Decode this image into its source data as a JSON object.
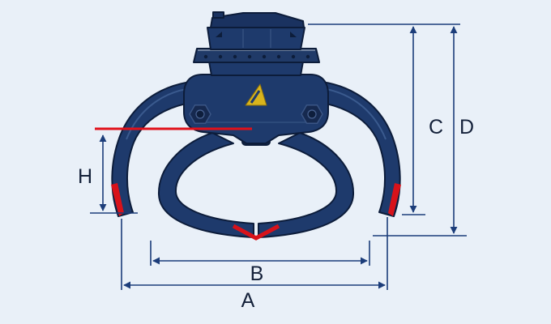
{
  "diagram": {
    "kind": "technical-dimension-diagram",
    "subject": "multi-tine hydraulic orange-peel grapple, side elevation with dimension callouts",
    "dimension_labels": {
      "A": "A",
      "B": "B",
      "C": "C",
      "D": "D",
      "H": "H"
    },
    "colors": {
      "background": "#e9f0f8",
      "grapple_body": "#1e3a6c",
      "grapple_outline": "#0c1c3a",
      "dimension_lines": "#1c3d7a",
      "reference_red": "#e1111a",
      "logo_yellow": "#d9b41c",
      "label_text": "#14213a"
    }
  }
}
